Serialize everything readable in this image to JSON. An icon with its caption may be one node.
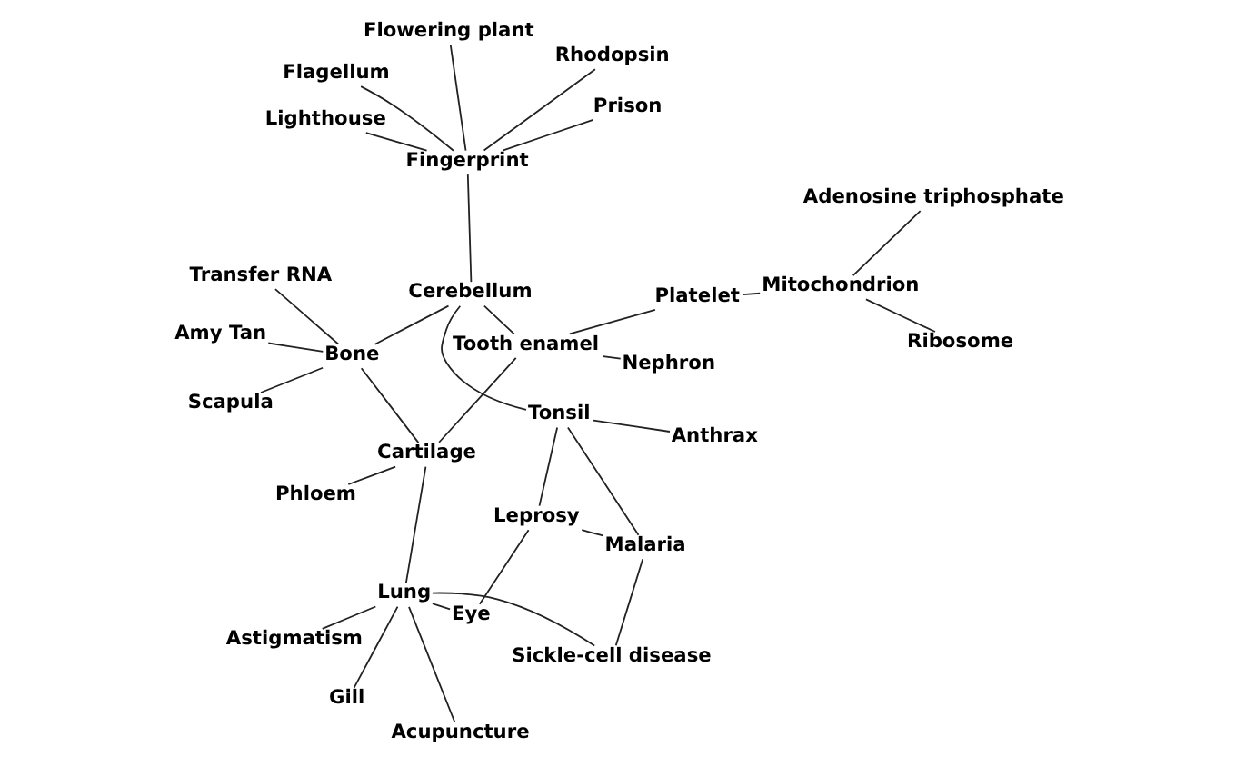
{
  "diagram": {
    "nodes": [
      {
        "text": [
          "Sickle-cell disease"
        ]
      },
      {
        "text": [
          "Platelet"
        ]
      },
      {
        "text": [
          "Nephron"
        ]
      },
      {
        "text": [
          "Acupuncture"
        ]
      },
      {
        "text": [
          "Malaria"
        ]
      },
      {
        "text": [
          "Eye"
        ]
      },
      {
        "text": [
          "Mitochondrion"
        ]
      },
      {
        "text": [
          "Leprosy"
        ]
      },
      {
        "text": [
          "Gill"
        ]
      },
      {
        "text": [
          "Tooth enamel"
        ]
      },
      {
        "text": [
          "Lung"
        ]
      },
      {
        "text": [
          "Ribosome"
        ]
      },
      {
        "text": [
          "Tonsil"
        ]
      },
      {
        "text": [
          "Transfer RNA"
        ]
      },
      {
        "text": [
          "Anthrax"
        ]
      },
      {
        "text": [
          "Adenosine triphosphate"
        ]
      },
      {
        "text": [
          "Cerebellum"
        ]
      },
      {
        "text": [
          "Cartilage"
        ]
      },
      {
        "text": [
          "Astigmatism"
        ]
      },
      {
        "text": [
          "Flowering plant"
        ]
      },
      {
        "text": [
          "Bone"
        ]
      },
      {
        "text": [
          "Amy Tan"
        ]
      },
      {
        "text": [
          "Flagellum"
        ]
      },
      {
        "text": [
          "Fingerprint"
        ]
      },
      {
        "text": [
          "Phloem"
        ]
      },
      {
        "text": [
          "Rhodopsin"
        ]
      },
      {
        "text": [
          "Lighthouse"
        ]
      },
      {
        "text": [
          "Scapula"
        ]
      },
      {
        "text": [
          "Prison"
        ]
      }
    ],
    "edges": [
      {
        "from": 0,
        "to": 4,
        "arrow": "none"
      },
      {
        "from": 0,
        "to": 10,
        "arrow": "none"
      },
      {
        "from": 1,
        "to": 9,
        "arrow": "none"
      },
      {
        "from": 1,
        "to": 6,
        "arrow": "none"
      },
      {
        "from": 2,
        "to": 9,
        "arrow": "none"
      },
      {
        "from": 3,
        "to": 10,
        "arrow": "none"
      },
      {
        "from": 4,
        "to": 7,
        "arrow": "none"
      },
      {
        "from": 4,
        "to": 12,
        "arrow": "none"
      },
      {
        "from": 7,
        "to": 12,
        "arrow": "none"
      },
      {
        "from": 5,
        "to": 7,
        "arrow": "none"
      },
      {
        "from": 5,
        "to": 10,
        "arrow": "none"
      },
      {
        "from": 6,
        "to": 11,
        "arrow": "none"
      },
      {
        "from": 6,
        "to": 15,
        "arrow": "none"
      },
      {
        "from": 10,
        "to": 8,
        "arrow": "none"
      },
      {
        "from": 10,
        "to": 17,
        "arrow": "none"
      },
      {
        "from": 10,
        "to": 18,
        "arrow": "none"
      },
      {
        "from": 9,
        "to": 16,
        "arrow": "none"
      },
      {
        "from": 9,
        "to": 17,
        "arrow": "none"
      },
      {
        "from": 12,
        "to": 14,
        "arrow": "none"
      },
      {
        "from": 12,
        "to": 16,
        "arrow": "none"
      },
      {
        "from": 13,
        "to": 20,
        "arrow": "none"
      },
      {
        "from": 16,
        "to": 20,
        "arrow": "none"
      },
      {
        "from": 16,
        "to": 23,
        "arrow": "none"
      },
      {
        "from": 17,
        "to": 20,
        "arrow": "none"
      },
      {
        "from": 17,
        "to": 24,
        "arrow": "none"
      },
      {
        "from": 20,
        "to": 21,
        "arrow": "none"
      },
      {
        "from": 20,
        "to": 27,
        "arrow": "none"
      },
      {
        "from": 19,
        "to": 23,
        "arrow": "none"
      },
      {
        "from": 22,
        "to": 23,
        "arrow": "none"
      },
      {
        "from": 23,
        "to": 25,
        "arrow": "none"
      },
      {
        "from": 23,
        "to": 26,
        "arrow": "none"
      },
      {
        "from": 23,
        "to": 28,
        "arrow": "none"
      }
    ]
  }
}
